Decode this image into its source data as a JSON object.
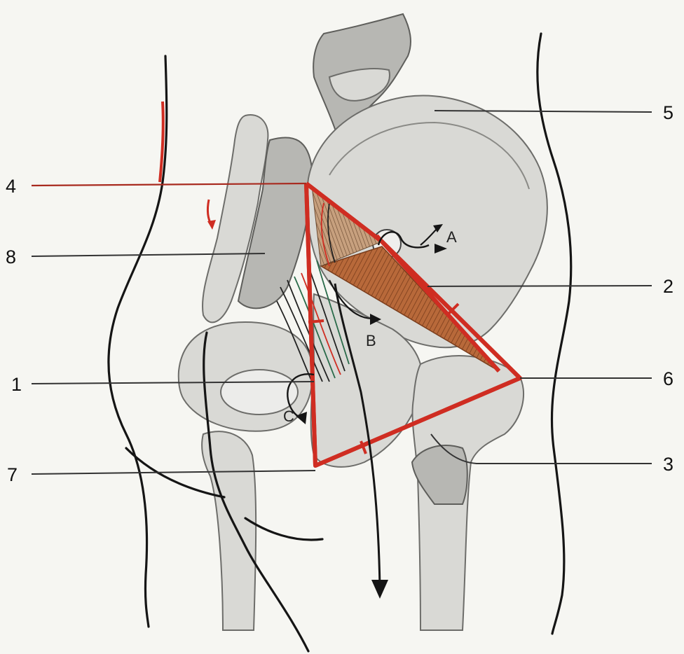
{
  "labels": {
    "l1": "1",
    "l2": "2",
    "l3": "3",
    "l4": "4",
    "l5": "5",
    "l6": "6",
    "l7": "7",
    "l8": "8",
    "a": "A",
    "b": "B",
    "c": "C"
  },
  "colors": {
    "triangle": "#cf2d22",
    "muscle": "#b8693a",
    "bone": "#d9d9d5",
    "outline": "#151515"
  }
}
